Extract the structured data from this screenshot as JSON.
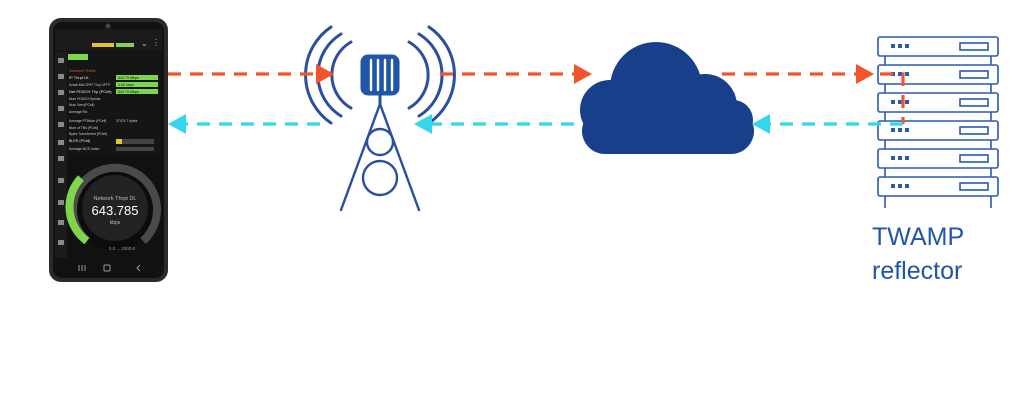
{
  "colors": {
    "uplink": "#f2552c",
    "downlink": "#33d6ee",
    "network_blue": "#173f8a",
    "tower_blue": "#2a4f9e",
    "server_blue": "#2a59b0",
    "label_blue": "#1f56a8",
    "phone_body": "#2a2a2a",
    "gauge_green": "#7fd64a"
  },
  "phone": {
    "gauge_title": "Network Thrpt DL",
    "gauge_value": "643.785",
    "gauge_unit": "kbps",
    "gauge_range": "0.0 ... 2000.0",
    "rows": [
      {
        "label": "Network Traffic",
        "value": ""
      },
      {
        "label": "IP Thrpt DL",
        "value": "643.79 Mbps"
      },
      {
        "label": "Actual MAC/PHY Thrp UPTP",
        "value": "0.00 kbps"
      },
      {
        "label": "Net PDSCH Thp (PCell)",
        "value": "643.79 Mbps"
      },
      {
        "label": "Num PDSCH Symbs",
        "value": ""
      },
      {
        "label": "Num Serv(PCell)",
        "value": ""
      },
      {
        "label": "Average Rlc",
        "value": ""
      },
      {
        "label": "Average PTBsize (PCell)",
        "value": "37475.7 bytes"
      },
      {
        "label": "Num of TBs (PCell)",
        "value": ""
      },
      {
        "label": "Bytes Transferred (PCell)",
        "value": ""
      },
      {
        "label": "BLER (PCell)",
        "value": ""
      },
      {
        "label": "Average MCS Index",
        "value": ""
      }
    ]
  },
  "reflector_label": {
    "line1": "TWAMP",
    "line2": "reflector"
  }
}
